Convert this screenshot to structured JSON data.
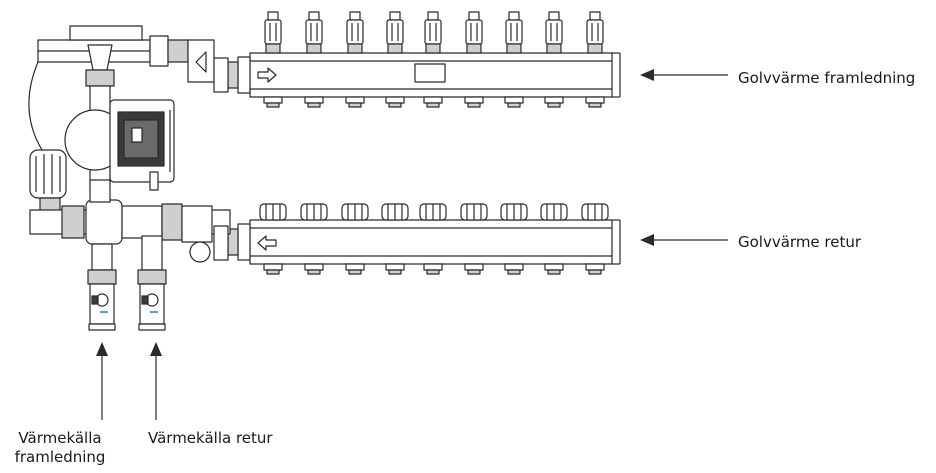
{
  "labels": {
    "manifold_supply": "Golvvärme framledning",
    "manifold_return": "Golvvärme retur",
    "source_supply": "Värmekälla framledning",
    "source_return": "Värmekälla retur"
  },
  "manifold": {
    "outlet_count": 9
  },
  "colors": {
    "line": "#2a2a2a",
    "metal": "#ffffff",
    "shade": "#cfcfcf",
    "dark": "#3a3a3a",
    "accent_blue": "#4aa3df"
  }
}
